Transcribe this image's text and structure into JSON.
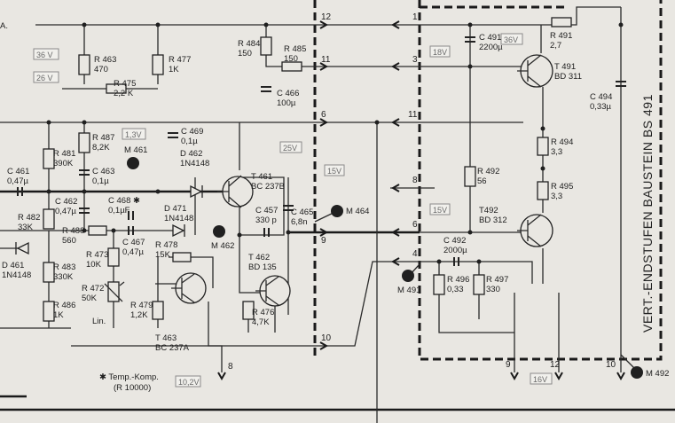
{
  "module_title": "VERT.-ENDSTUFEN BAUSTEIN BS 491",
  "footnote": {
    "line1": "✱ Temp.-Komp.",
    "line2": "(R 10000)"
  },
  "voltages": {
    "v36a": "36 V",
    "v26": "26 V",
    "v13": "1,3V",
    "v25": "25V",
    "v15a": "15V",
    "v18": "18V",
    "v36b": "36V",
    "v15b": "15V",
    "v102": "10,2V",
    "v16": "16V"
  },
  "connectors": {
    "left12": "12",
    "left11": "11",
    "left6": "6",
    "left9": "9",
    "left10": "10",
    "left8": "8",
    "right1": "1",
    "right3": "3",
    "right11": "11",
    "right8": "8",
    "right6": "6",
    "right4": "4",
    "bot9": "9",
    "bot12": "12",
    "bot10": "10"
  },
  "measure": {
    "m461": "M 461",
    "m462": "M 462",
    "m464": "M 464",
    "m491": "M 491",
    "m492": "M 492"
  },
  "transistors": {
    "t461": {
      "name": "T 461",
      "type": "BC 237B"
    },
    "t462": {
      "name": "T 462",
      "type": "BD 135"
    },
    "t463": {
      "name": "T 463",
      "type": "BC 237A"
    },
    "t491": {
      "name": "T 491",
      "type": "BD 311"
    },
    "t492": {
      "name": "T492",
      "type": "BD 312"
    }
  },
  "diodes": {
    "d462": {
      "name": "D 462",
      "type": "1N4148"
    },
    "d471": {
      "name": "D 471",
      "type": "1N4148"
    },
    "d461": {
      "name": "D 461",
      "type": "1N4148"
    }
  },
  "resistors": {
    "r463": {
      "name": "R 463",
      "value": "470"
    },
    "r477": {
      "name": "R 477",
      "value": "1K"
    },
    "r475": {
      "name": "R 475",
      "value": "2,2 K"
    },
    "r484": {
      "name": "R 484",
      "value": "150"
    },
    "r485": {
      "name": "R 485",
      "value": "150"
    },
    "r481": {
      "name": "R 481",
      "value": "390K"
    },
    "r487": {
      "name": "R 487",
      "value": "8,2K"
    },
    "r482": {
      "name": "R 482",
      "value": "33K"
    },
    "r488": {
      "name": "R 488",
      "value": "560"
    },
    "r473": {
      "name": "R 473",
      "value": "10K"
    },
    "r478": {
      "name": "R 478",
      "value": "15K"
    },
    "r472": {
      "name": "R 472",
      "value": "50K",
      "note": "Lin."
    },
    "r479": {
      "name": "R 479",
      "value": "1,2K"
    },
    "r483": {
      "name": "R 483",
      "value": "330K"
    },
    "r486": {
      "name": "R 486",
      "value": "1K"
    },
    "r476": {
      "name": "R 476",
      "value": "4,7K"
    },
    "r491": {
      "name": "R 491",
      "value": "2,7"
    },
    "r492": {
      "name": "R 492",
      "value": "56"
    },
    "r494": {
      "name": "R 494",
      "value": "3,3"
    },
    "r495": {
      "name": "R 495",
      "value": "3,3"
    },
    "r496": {
      "name": "R 496",
      "value": "0,33"
    },
    "r497": {
      "name": "R 497",
      "value": "330"
    }
  },
  "capacitors": {
    "c466": {
      "name": "C 466",
      "value": "100µ"
    },
    "c469": {
      "name": "C 469",
      "value": "0,1µ"
    },
    "c461": {
      "name": "C 461",
      "value": "0,47µ"
    },
    "c463": {
      "name": "C 463",
      "value": "0,1µ"
    },
    "c462": {
      "name": "C 462",
      "value": "0,47µ"
    },
    "c468": {
      "name": "C 468 ✱",
      "value": "0,1µF"
    },
    "c467": {
      "name": "C 467",
      "value": "0,47µ"
    },
    "c457": {
      "name": "C 457",
      "value": "330 p"
    },
    "c465": {
      "name": "C 465",
      "value": "6,8n"
    },
    "c491": {
      "name": "C 491",
      "value": "2200µ"
    },
    "c494": {
      "name": "C 494",
      "value": "0,33µ"
    },
    "c492": {
      "name": "C 492",
      "value": "2000µ"
    }
  }
}
